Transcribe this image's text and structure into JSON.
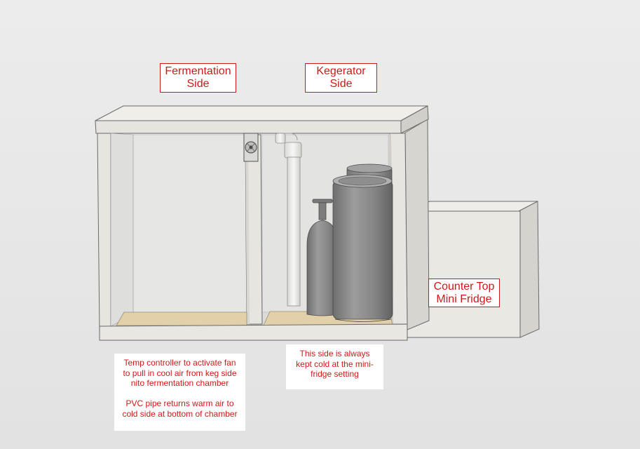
{
  "labels": {
    "fermentation_side": "Fermentation\nSide",
    "kegerator_side": "Kegerator\nSide",
    "mini_fridge": "Counter Top\nMini Fridge"
  },
  "notes": {
    "fermentation": "Temp controller to activate fan\nto pull in cool air from keg side\nnito fermentation chamber\n\nPVC pipe returns warm air to\ncold side at bottom of chamber",
    "kegerator": "This side is always\nkept cold at the mini-\nfridge setting"
  },
  "colors": {
    "label_text": "#d01818",
    "label_border": "#d01818",
    "cabinet": "#e4e3de",
    "interior": "#d7d7d4",
    "floor_wood": "#e0cfa8",
    "keg_metal": "#7f7f7f"
  }
}
